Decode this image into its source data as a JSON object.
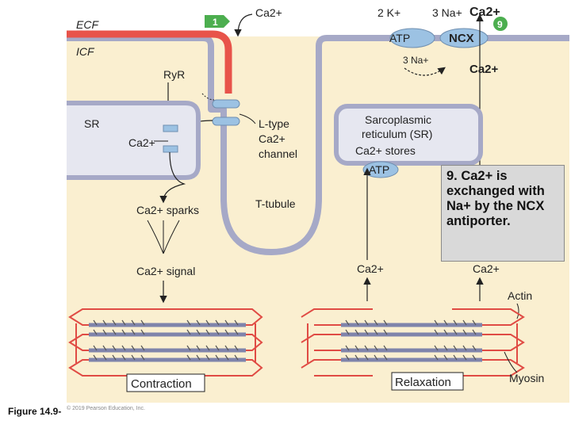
{
  "labels": {
    "ecf": "ECF",
    "icf": "ICF",
    "ca_top": "Ca2+",
    "k": "2 K+",
    "na3": "3 Na+",
    "ca_ncx": "Ca2+",
    "step9": "9",
    "step1": "1",
    "atp_pump": "ATP",
    "ncx": "NCX",
    "na3_in": "3 Na+",
    "ca_in_right": "Ca2+",
    "ryr": "RyR",
    "sr": "SR",
    "ca_sr": "Ca2+",
    "l_type_1": "L-type",
    "l_type_2": "Ca2+",
    "l_type_3": "channel",
    "sr_stores_1": "Sarcoplasmic",
    "sr_stores_2": "reticulum (SR)",
    "sr_stores_3": "Ca2+ stores",
    "atp_sr": "ATP",
    "ca_sparks": "Ca2+ sparks",
    "t_tubule": "T-tubule",
    "ca_signal": "Ca2+ signal",
    "ca_out_sr": "Ca2+",
    "ca_out_ncx": "Ca2+",
    "actin": "Actin",
    "myosin": "Myosin",
    "contraction": "Contraction",
    "relaxation": "Relaxation"
  },
  "callout": "9. Ca2+ is exchanged with Na+ by the NCX antiporter.",
  "caption": "Figure 14.9-",
  "copyright": "© 2019 Pearson Education, Inc.",
  "colors": {
    "icf_fill": "#faefd0",
    "membrane": "#a6a9c7",
    "membrane_dark": "#7f84ab",
    "channel_red": "#e8534a",
    "step_green": "#4cae4f",
    "sr_fill": "#e6e7f0",
    "pump_blue": "#9cc2e3",
    "myosin": "#7f84ab",
    "actin": "#e04b44"
  }
}
